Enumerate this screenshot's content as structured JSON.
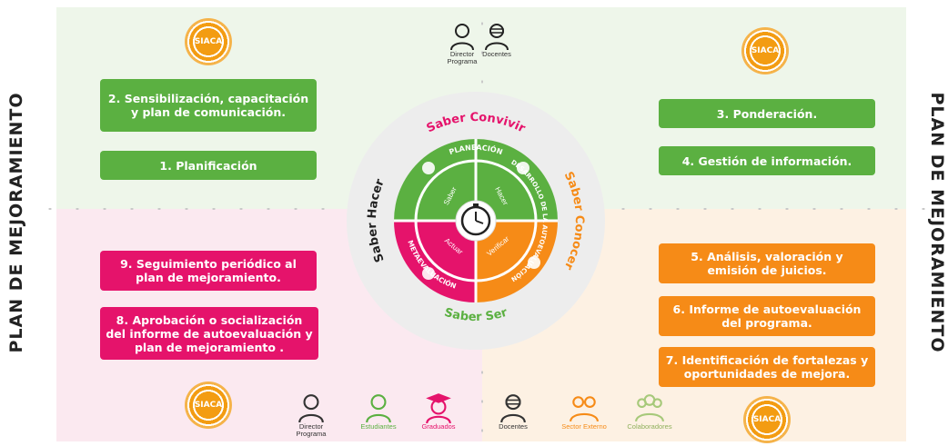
{
  "side_titles": {
    "left": "PLAN DE MEJORAMIENTO",
    "right": "PLAN DE MEJORAMIENTO"
  },
  "steps": {
    "s1": "1. Planificación",
    "s2": "2. Sensibilización, capacitación y plan de comunicación.",
    "s3": "3. Ponderación.",
    "s4": "4. Gestión de información.",
    "s5": "5. Análisis, valoración y emisión de juicios.",
    "s6": "6. Informe de autoevaluación del programa.",
    "s7": "7. Identificación de fortalezas y oportunidades de mejora.",
    "s8": "8. Aprobación o socialización del informe de autoevaluación y plan de mejoramiento .",
    "s9": "9. Seguimiento periódico al plan de mejoramiento."
  },
  "wheel": {
    "outer": {
      "top": "Saber Convivir",
      "right": "Saber Conocer",
      "bottom": "Saber Ser",
      "left": "Saber Hacer"
    },
    "phases": {
      "top": "PLANEACIÓN",
      "right": "DESARROLLO DE LA AUTOEVALUACIÓN",
      "bottom_left": "METAEVALUACIÓN"
    },
    "inner": {
      "tl": "Saber",
      "tr": "Hacer",
      "br": "Verificar",
      "bl": "Actuar"
    }
  },
  "seal_text": "SIACA",
  "people_top": [
    {
      "label": "Director Programa"
    },
    {
      "label": "Docentes"
    }
  ],
  "people_bottom": [
    {
      "label": "Director Programa",
      "color": "#333333"
    },
    {
      "label": "Estudiantes",
      "color": "#5bb041"
    },
    {
      "label": "Graduados",
      "color": "#e5136b"
    },
    {
      "label": "Docentes",
      "color": "#333333"
    },
    {
      "label": "Sector Externo",
      "color": "#f68b17"
    },
    {
      "label": "Colaboradores",
      "color": "#a7c97a"
    }
  ],
  "colors": {
    "green": "#5bb041",
    "magenta": "#e5136b",
    "orange": "#f68b17",
    "ring": "#ededed"
  }
}
